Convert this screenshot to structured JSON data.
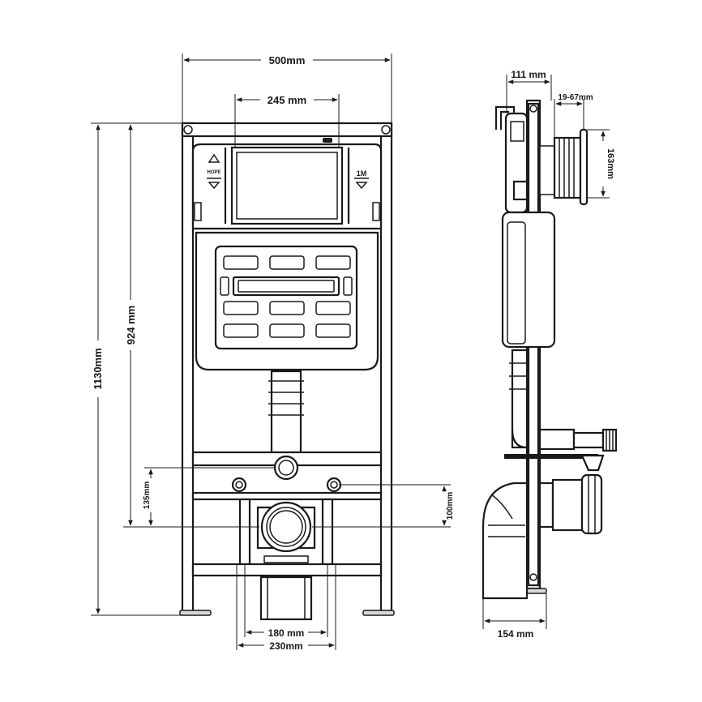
{
  "labels": {
    "total_width": "500mm",
    "inner_width": "245 mm",
    "total_height": "1130mm",
    "tank_height": "924 mm",
    "drain_height": "135mm",
    "bolt_offset": "100mm",
    "bottom_inner": "180 mm",
    "bottom_outer": "230mm",
    "side_depth_top": "111 mm",
    "side_adjust": "19-67mm",
    "side_pipe": "163mm",
    "side_depth_bottom": "154 mm",
    "tank_label_left": "HOPE",
    "tank_label_right": "1M"
  },
  "colors": {
    "line": "#1a1a1a",
    "background": "#ffffff"
  }
}
